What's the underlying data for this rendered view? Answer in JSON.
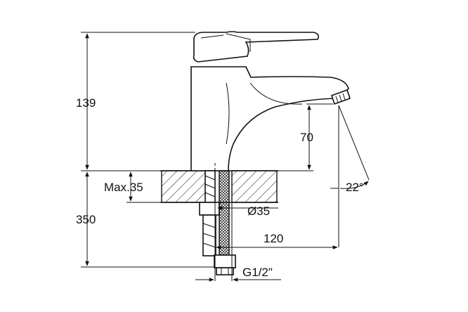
{
  "dimensions": {
    "height_above_deck": "139",
    "spout_height": "70",
    "max_deck_thickness": "Max.35",
    "hole_diameter": "Ø35",
    "spout_reach": "120",
    "hose_length": "350",
    "connection": "G1/2\"",
    "spout_angle": "22°"
  }
}
